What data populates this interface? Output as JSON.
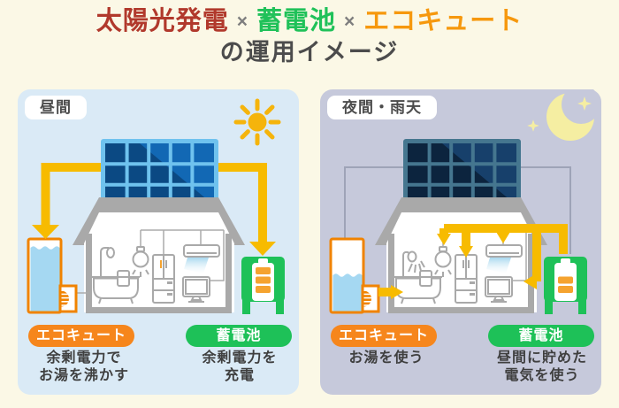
{
  "title": {
    "solar": "太陽光発電",
    "sep": "×",
    "battery": "蓄電池",
    "ecocute": "エコキュート",
    "line2": "の運用イメージ"
  },
  "panels": {
    "day": {
      "tag": "昼間",
      "ecocute": {
        "label": "エコキュート",
        "caption": "余剰電力で\nお湯を沸かす"
      },
      "battery": {
        "label": "蓄電池",
        "caption": "余剰電力を\n充電"
      }
    },
    "night": {
      "tag": "夜間・雨天",
      "ecocute": {
        "label": "エコキュート",
        "caption": "お湯を使う"
      },
      "battery": {
        "label": "蓄電池",
        "caption": "昼間に貯めた\n電気を使う"
      }
    }
  },
  "icons": {
    "day": "sun-icon",
    "night": "moon-icon"
  },
  "colors": {
    "page_bg": "#FBF8E6",
    "title_solar": "#B1392C",
    "title_x": "#7E7E7E",
    "title_battery": "#1FC159",
    "title_ecocute": "#F6980D",
    "title_text": "#4C4C4C",
    "day_bg": "#DAEAF6",
    "night_bg": "#C6C9DB",
    "tag_bg": "#FFFFFF",
    "tag_text": "#4C4C4C",
    "arrow_yellow": "#F7BB00",
    "sun": "#F5B40C",
    "moon": "#F5EEA2",
    "panel_frame_day": "#6FC2EE",
    "panel_cell_day": "#1268B4",
    "panel_shade_day": "rgba(5,35,70,0.45)",
    "panel_frame_night": "#45768F",
    "panel_cell_night": "#17406B",
    "panel_shade_night": "rgba(3,12,26,0.55)",
    "roof_gray": "#A9A9A9",
    "wall_gray": "#A9A9A9",
    "appliance_gray": "#A9A9A9",
    "ecocute_orange": "#F08300",
    "pill_orange": "#F6861C",
    "battery_green": "#1EC158",
    "battery_bar": "#F5A32F",
    "water_blue": "#A5D8F2",
    "air_blue": "#A8D8EF",
    "wire_gray": "#9EA3B7",
    "caption_text": "#3F3F3F"
  }
}
